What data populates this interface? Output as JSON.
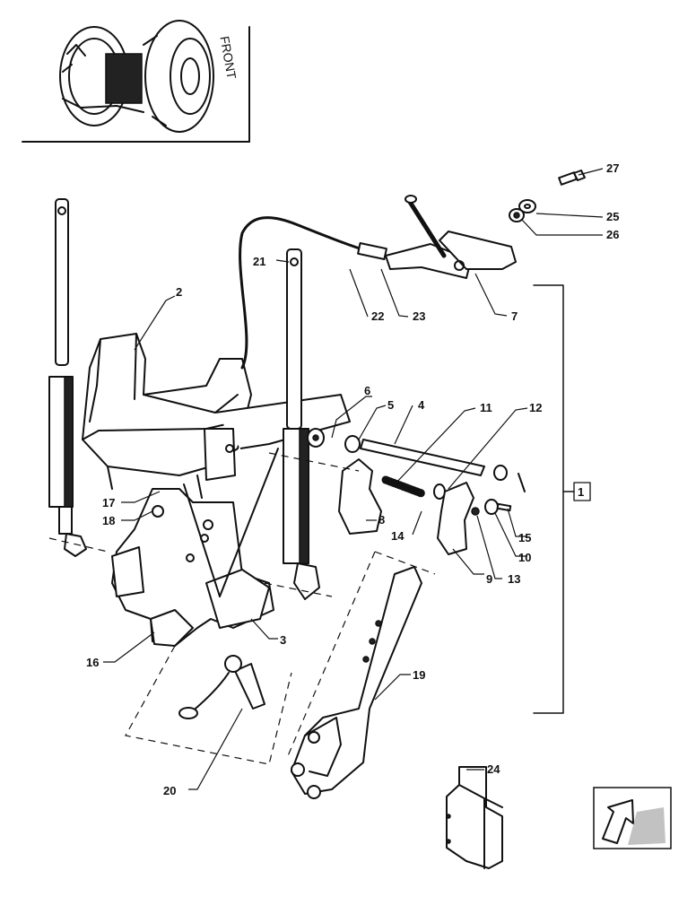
{
  "inset": {
    "text": "FRONT"
  },
  "callouts": {
    "c1": "1",
    "c2": "2",
    "c3": "3",
    "c4": "4",
    "c5": "5",
    "c6": "6",
    "c7": "7",
    "c8": "8",
    "c9": "9",
    "c10": "10",
    "c11": "11",
    "c12": "12",
    "c13": "13",
    "c14": "14",
    "c15": "15",
    "c16": "16",
    "c17": "17",
    "c18": "18",
    "c19": "19",
    "c20": "20",
    "c21": "21",
    "c22": "22",
    "c23": "23",
    "c24": "24",
    "c25": "25",
    "c26": "26",
    "c27": "27"
  },
  "icons": {
    "inset": "tractor-rear-icon",
    "nav": "next-page-arrow-icon"
  }
}
